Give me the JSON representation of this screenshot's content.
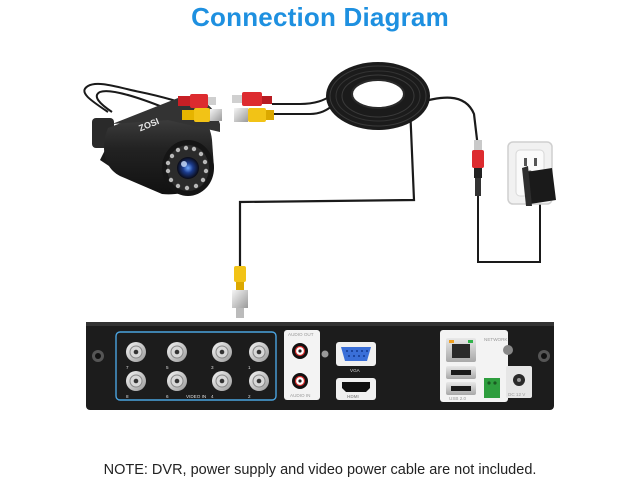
{
  "title": "Connection Diagram",
  "note": "NOTE: DVR, power supply and video power cable are not included.",
  "camera": {
    "brand": "ZOSI"
  },
  "dvr": {
    "audio_out_label": "AUDIO OUT",
    "audio_in_label": "AUDIO IN",
    "vga_label": "VGA",
    "hdmi_label": "HDMI",
    "network_label": "NETWORK",
    "usb_label": "USB 2.0",
    "dc_label": "DC 12 V",
    "bnc_labels_top": [
      "7",
      "5",
      "3",
      "1"
    ],
    "bnc_labels_bottom": [
      "8",
      "6",
      "4",
      "2"
    ],
    "video_in_label": "VIDEO IN"
  },
  "colors": {
    "title": "#1e90e0",
    "cable": "#1a1a1a",
    "video_plug": "#f2c316",
    "power_plug": "#d6232a",
    "dvr_panel": "#1c1c1c",
    "bnc_group_border": "#4aa3df",
    "terminal": "#2e9e3e"
  }
}
